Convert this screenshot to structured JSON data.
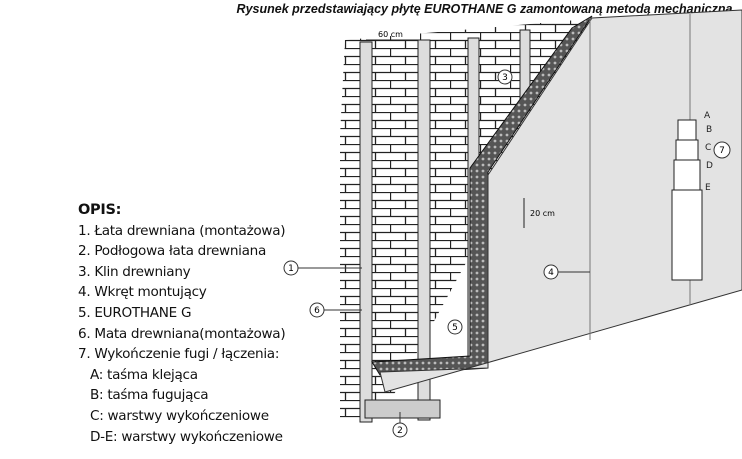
{
  "title": "Rysunek przedstawiający płytę EUROTHANE G zamontowaną metodą mechaniczną.",
  "legend": {
    "heading": "OPIS:",
    "items": [
      "1. Łata drewniana (montażowa)",
      "2. Podłogowa łata drewniana",
      "3. Klin drewniany",
      "4. Wkręt montujący",
      "5. EUROTHANE G",
      "6. Mata drewniana(montażowa)",
      "7. Wykończenie fugi / łączenia:"
    ],
    "subitems": [
      "A: taśma klejąca",
      "B: taśma fugująca",
      "C: warstwy wykończeniowe",
      "D-E: warstwy wykończeniowe"
    ]
  },
  "diagram": {
    "dim_stud_spacing": "60 cm",
    "dim_screw_spacing": "20 cm",
    "callouts": [
      "1",
      "2",
      "3",
      "4",
      "5",
      "6",
      "7"
    ],
    "finish_layers": [
      "A",
      "B",
      "C",
      "D",
      "E"
    ]
  }
}
